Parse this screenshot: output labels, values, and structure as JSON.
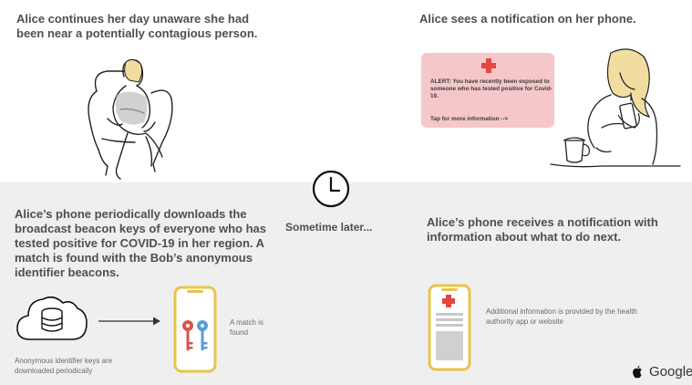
{
  "panels": {
    "top_left": {
      "text": "Alice continues her day unaware she had been near a potentially contagious person."
    },
    "top_right": {
      "text": "Alice sees a notification on her phone.",
      "alert": {
        "message": "ALERT: You have recently been exposed to someone who has tested positive for Covid-19.",
        "tap": "Tap for more information -->"
      }
    },
    "center": {
      "text": "Sometime later..."
    },
    "bottom_left": {
      "text": "Alice’s phone periodically downloads the broadcast beacon keys of everyone who has tested positive for COVID-19 in her region. A match is found with the Bob’s anonymous identifier beacons.",
      "cloud_caption": "Anonymous identifier keys are downloaded periodically",
      "match_caption": "A match is found"
    },
    "bottom_right": {
      "text": "Alice’s phone receives a notification with information about what to do next.",
      "caption": "Additional information is provided by the health authority app or website"
    }
  },
  "branding": {
    "google": "Google"
  },
  "icons": [
    "armchair-illustration",
    "woman-with-phone-illustration",
    "clock-icon",
    "cloud-database-icon",
    "arrow-icon",
    "phone-icon",
    "key-icon",
    "red-cross-icon",
    "apple-logo-icon"
  ],
  "colors": {
    "alert_bg": "#f6c7c9",
    "red_cross": "#e2483f",
    "phone_frame": "#e8c44a",
    "key_red": "#d9544e",
    "key_blue": "#5b9bd5",
    "bottom_band": "#efefef"
  }
}
